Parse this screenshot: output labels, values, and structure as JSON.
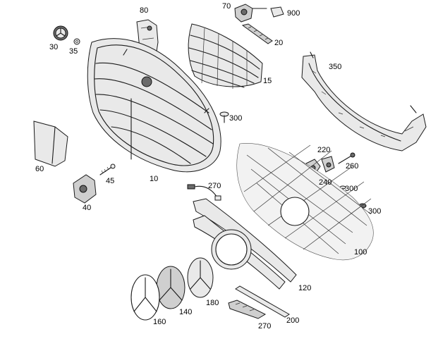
{
  "labels": {
    "l80": "80",
    "l70": "70",
    "l900": "900",
    "l20": "20",
    "l30": "30",
    "l35": "35",
    "l15": "15",
    "l350": "350",
    "l300a": "300",
    "l60": "60",
    "l10": "10",
    "l45": "45",
    "l40": "40",
    "l220": "220",
    "l260": "260",
    "l240": "240",
    "l270a": "270",
    "l300b": "300",
    "l300c": "300",
    "l100": "100",
    "l120": "120",
    "l180": "180",
    "l140": "140",
    "l160": "160",
    "l270b": "270",
    "l200": "200"
  }
}
